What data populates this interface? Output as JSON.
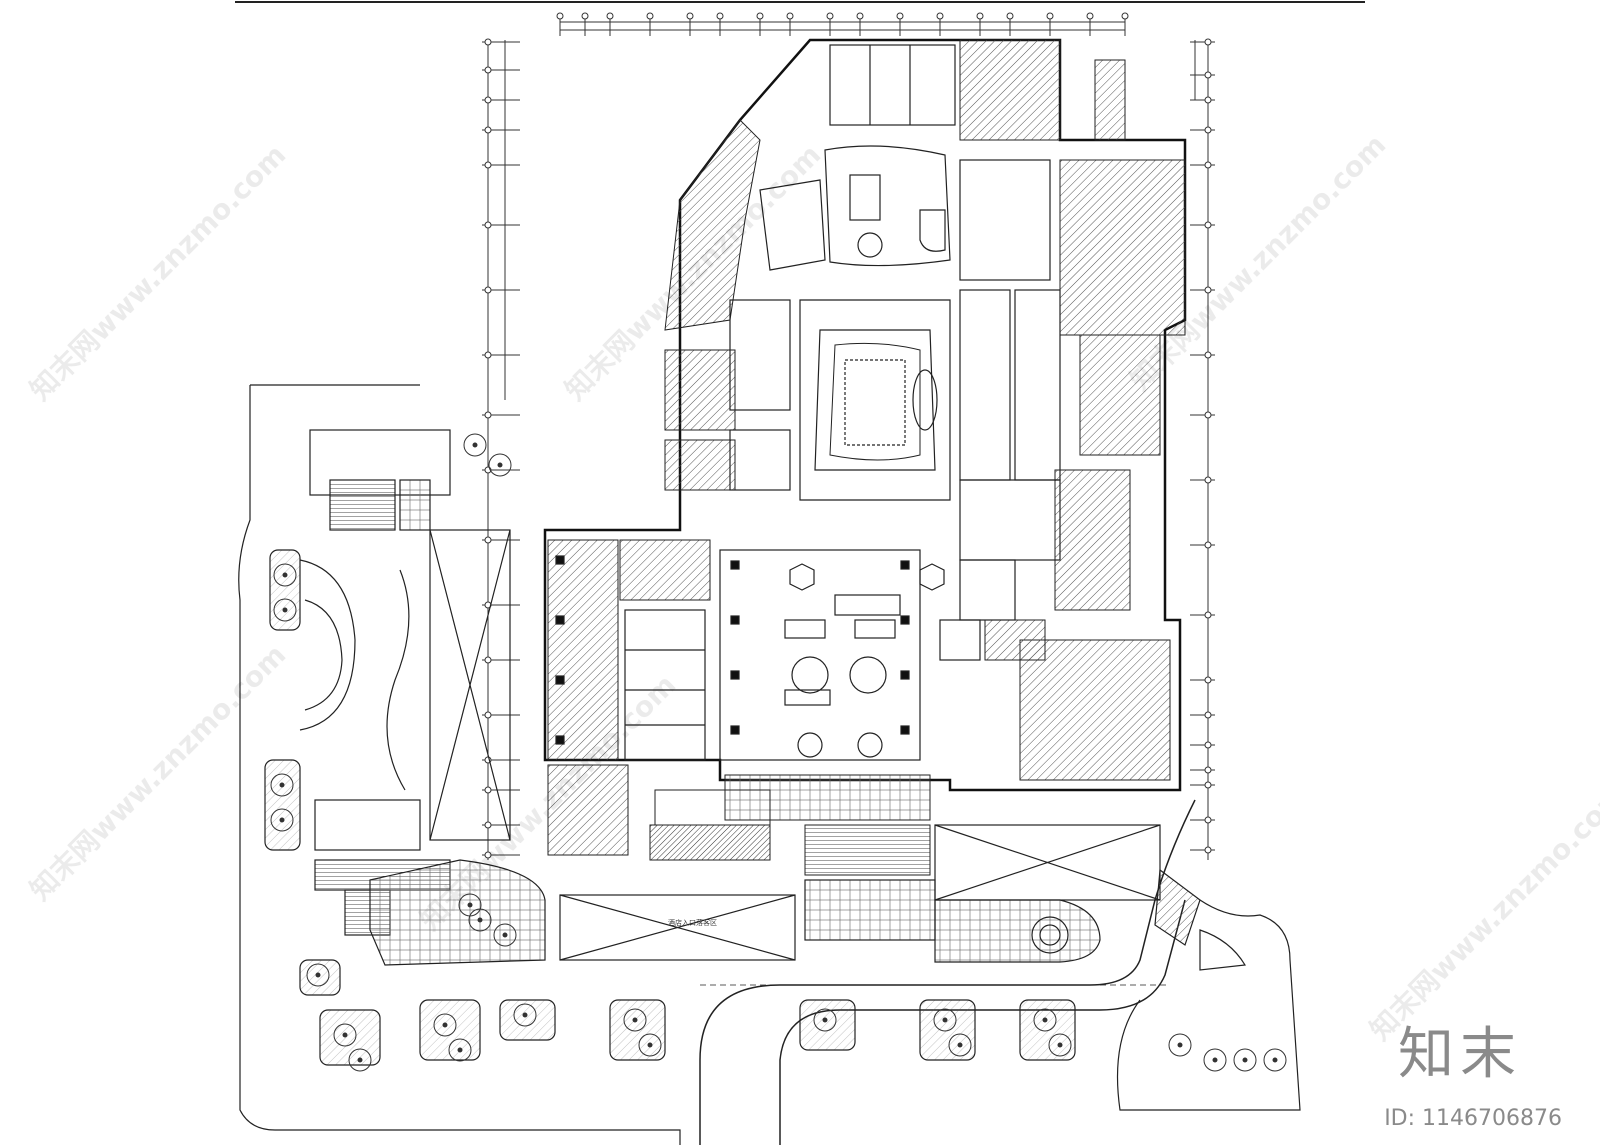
{
  "watermark": {
    "site": "www.znzmo.com",
    "site_cn": "知末网"
  },
  "brand": {
    "logo_text": "知末",
    "id_text": "ID: 1146706876"
  },
  "labels": {
    "drop_off": "酒店入口落客区"
  }
}
